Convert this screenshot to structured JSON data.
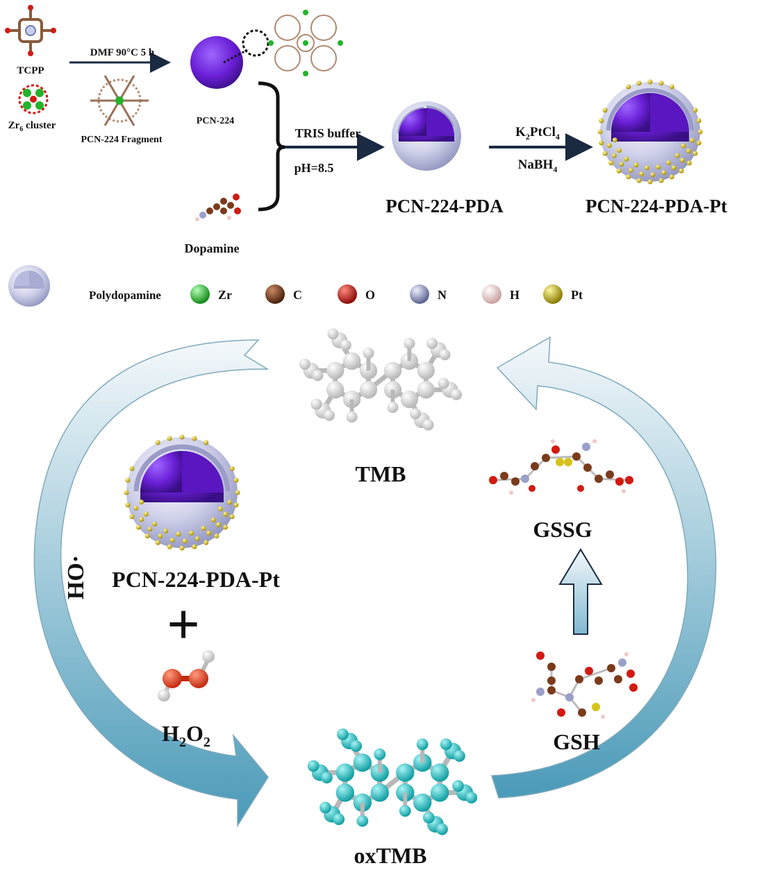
{
  "synthesis": {
    "tcpp": "TCPP",
    "zr6_prefix": "Zr",
    "zr6_sub": "6",
    "zr6_suffix": " cluster",
    "step1_condition": "DMF 90°C  5 h",
    "fragment": "PCN-224 Fragment",
    "pcn224": "PCN-224",
    "dopamine": "Dopamine",
    "tris": "TRIS buffer",
    "ph": "pH=8.5",
    "pda_product": "PCN-224-PDA",
    "reagent1_prefix": "K",
    "reagent1_sub1": "2",
    "reagent1_mid": "PtCl",
    "reagent1_sub2": "4",
    "reagent2_prefix": "NaBH",
    "reagent2_sub": "4",
    "pt_product": "PCN-224-PDA-Pt"
  },
  "legend": {
    "polydopamine": "Polydopamine",
    "elements": [
      {
        "label": "Zr",
        "color": "#22b32a"
      },
      {
        "label": "C",
        "color": "#7a3b1c"
      },
      {
        "label": "O",
        "color": "#d21a12"
      },
      {
        "label": "N",
        "color": "#9aa0c8"
      },
      {
        "label": "H",
        "color": "#f0c8c8"
      },
      {
        "label": "Pt",
        "color": "#c8b400"
      }
    ]
  },
  "cycle": {
    "tmb": "TMB",
    "oxtmb": "oxTMB",
    "gssg": "GSSG",
    "gsh": "GSH",
    "catalyst": "PCN-224-PDA-Pt",
    "plus": "+",
    "h2o2_h": "H",
    "h2o2_sub1": "2",
    "h2o2_o": "O",
    "h2o2_sub2": "2",
    "radical": "HO·"
  },
  "colors": {
    "core": "#6a1fd6",
    "shell": "#c9cbe6",
    "pt_dot": "#d6c21a",
    "tmb_atom": "#dcdcdc",
    "oxtmb_atom": "#26c4c8",
    "arrow_dark": "#4a9ab8",
    "arrow_light": "#eef5fa",
    "line": "#1a2a40"
  }
}
